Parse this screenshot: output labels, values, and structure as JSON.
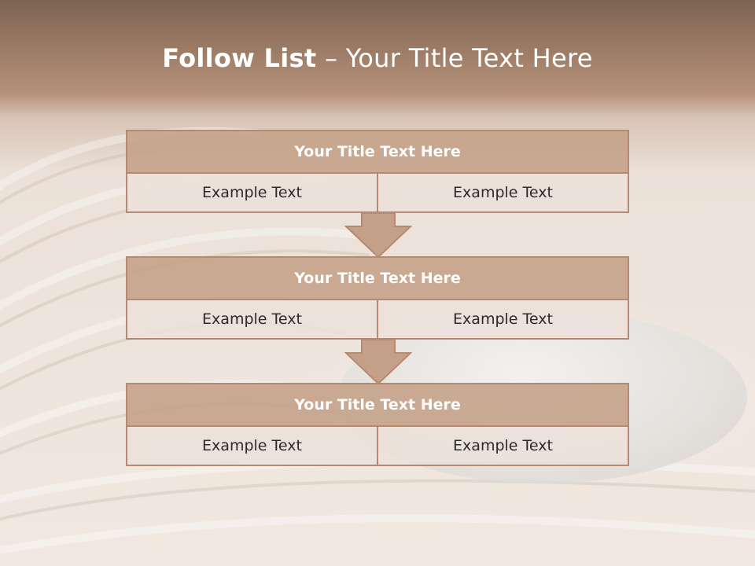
{
  "title": {
    "bold": "Follow List",
    "rest": "– Your Title Text Here"
  },
  "blocks": [
    {
      "heading": "Your Title Text Here",
      "cells": [
        "Example Text",
        "Example Text"
      ]
    },
    {
      "heading": "Your Title Text Here",
      "cells": [
        "Example Text",
        "Example Text"
      ]
    },
    {
      "heading": "Your Title Text Here",
      "cells": [
        "Example Text",
        "Example Text"
      ]
    }
  ],
  "colors": {
    "header_fill": "#c4a088",
    "border": "#b48a70",
    "cell_fill": "#ece0da",
    "arrow_fill": "#c4a088"
  }
}
